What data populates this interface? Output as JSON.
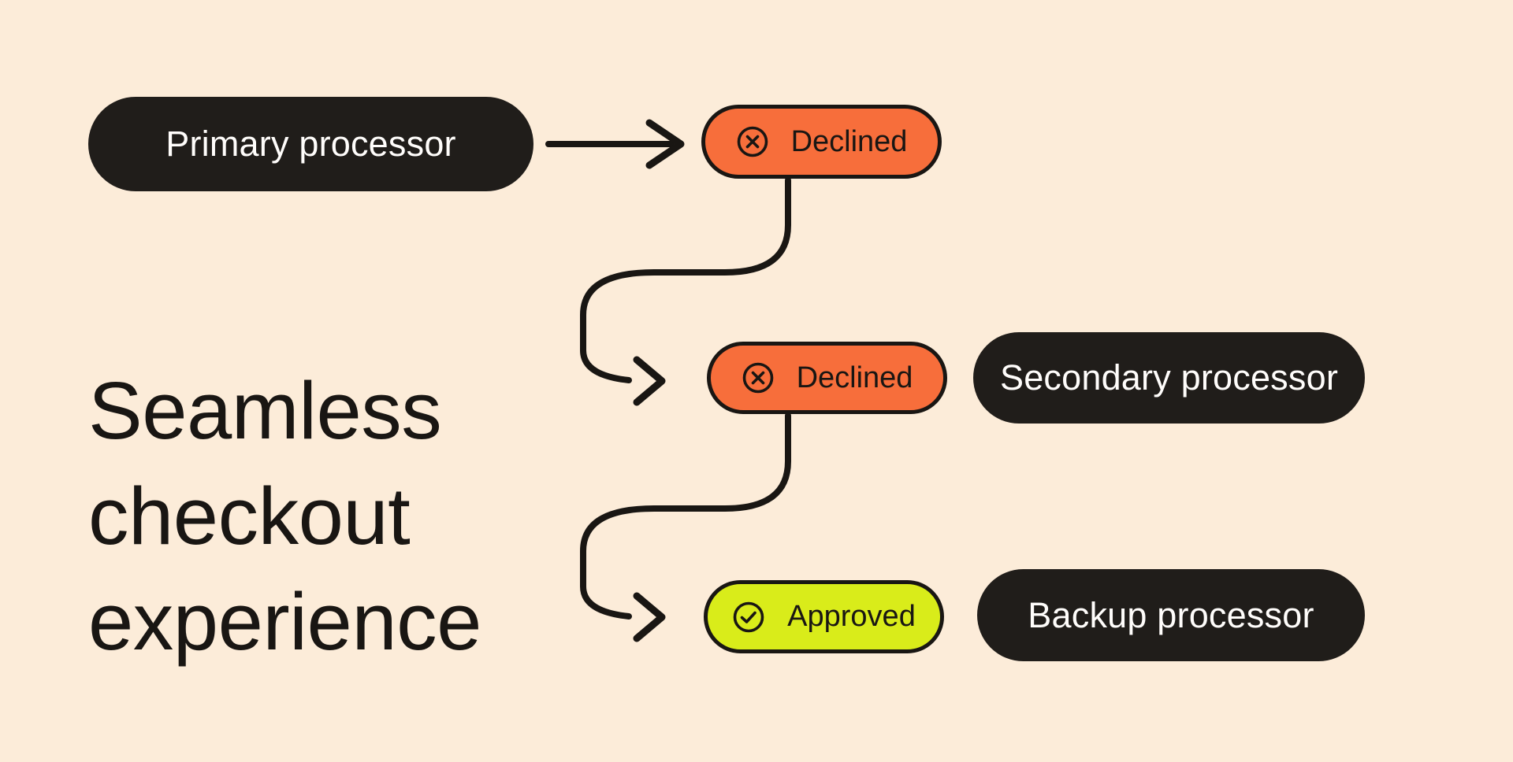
{
  "headline": {
    "lines": [
      "Seamless",
      "checkout",
      "experience"
    ]
  },
  "nodes": {
    "primary": {
      "label": "Primary processor"
    },
    "status1": {
      "label": "Declined",
      "icon": "circle-x-icon"
    },
    "secondary": {
      "label": "Secondary processor"
    },
    "status2": {
      "label": "Declined",
      "icon": "circle-x-icon"
    },
    "status3": {
      "label": "Approved",
      "icon": "circle-check-icon"
    },
    "backup": {
      "label": "Backup processor"
    }
  },
  "colors": {
    "background": "#FCECD9",
    "ink": "#191613",
    "node_dark": "#201D1A",
    "node_text_light": "#FFFDFB",
    "declined": "#F76E3B",
    "approved": "#D9EC1A"
  }
}
